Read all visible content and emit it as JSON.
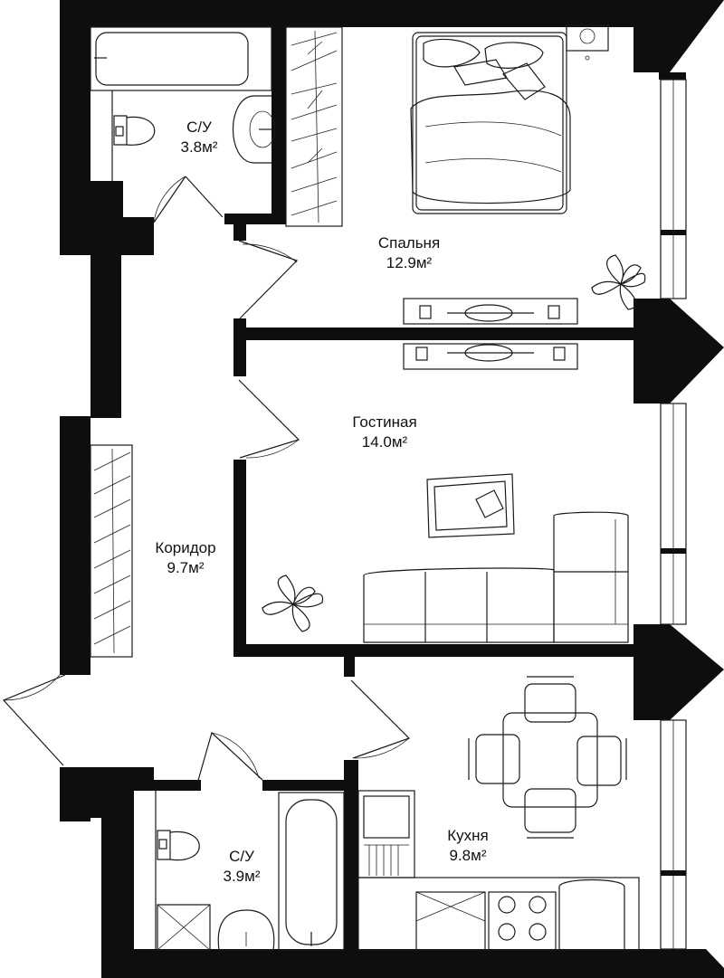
{
  "rooms": {
    "bathroom1": {
      "name": "С/У",
      "area": "3.8м²"
    },
    "bedroom": {
      "name": "Спальня",
      "area": "12.9м²"
    },
    "living": {
      "name": "Гостиная",
      "area": "14.0м²"
    },
    "corridor": {
      "name": "Коридор",
      "area": "9.7м²"
    },
    "bathroom2": {
      "name": "С/У",
      "area": "3.9м²"
    },
    "kitchen": {
      "name": "Кухня",
      "area": "9.8м²"
    }
  },
  "colors": {
    "wall": "#0e0e0e",
    "line": "#1a1a1a",
    "background": "#ffffff"
  }
}
